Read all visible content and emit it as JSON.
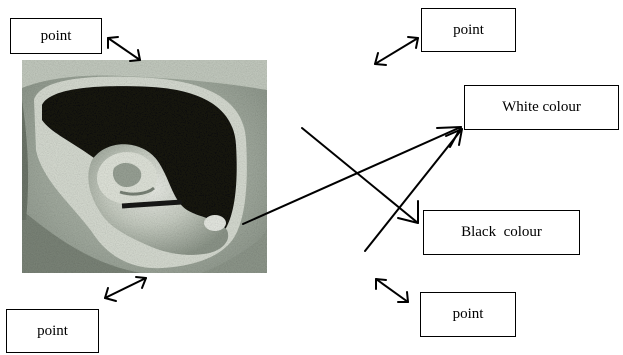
{
  "labels": {
    "point_top_left": "point",
    "point_top_right": "point",
    "white_colour": "White colour",
    "black_colour": "Black  colour",
    "point_bottom_right": "point",
    "point_bottom_left": "point"
  },
  "colors": {
    "line": "#000000",
    "box_border": "#000000",
    "background": "#ffffff"
  },
  "icons": {
    "double_arrow": "double-headed-arrow-icon",
    "ultrasound": "ultrasound-image"
  }
}
